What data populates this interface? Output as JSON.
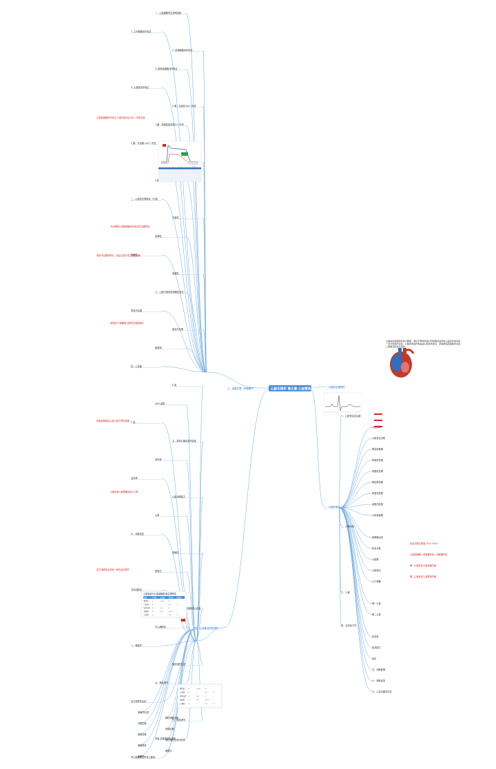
{
  "root": {
    "label": "心脏生理学 第三章 心血管系统"
  },
  "branches": {
    "b1": "一、心脏的生理特性",
    "b2": "二、心脏的泵血",
    "b3": "三、血管生理（外周循环）",
    "b4": "四、心血管活动的调节"
  },
  "left_nodes": [
    "一、心肌细胞的生物电现象",
    "1. 工作细胞动作电位",
    "2. 自律细胞动作电位",
    "3. 窦房结细胞动作电位",
    "4. 心室肌动作电位",
    "0 期：去极化 Na+ 内流",
    "1 期：快速复极初期 K+ 外流",
    "2 期：平台期 Ca2+ 内流",
    "3 期：快速复极末期",
    "4 期：静息期",
    "二、心肌的生理特性（兴奋）",
    "兴奋性",
    "自律性",
    "传导性",
    "收缩性",
    "三、心肌兴奋性的周期性变化",
    "有效不应期",
    "相对不应期",
    "超常期",
    "四、心电图",
    "P 波",
    "QRS 波群",
    "T 波",
    "五、影响心输出量的因素",
    "前负荷",
    "后负荷",
    "心肌收缩能力",
    "心率",
    "六、动脉血压",
    "收缩压",
    "舒张压",
    "平均动脉压",
    "七、静脉血压和静脉回心血量",
    "中心静脉压",
    "八、微循环",
    "组织液的生成",
    "九、神经调节",
    "压力感受性反射",
    "十、体液调节",
    "肾素-血管紧张素系统",
    "肾上腺素和去甲肾上腺素"
  ],
  "red_notes": [
    "心室肌细胞动作电位 0 期去极化由 Na+ 内流引起",
    "平台期是心室肌细胞动作电位的主要特征",
    "有效不应期特别长，保证心肌不发生强直收缩",
    "窦房结 P 细胞是心脏的正常起搏点",
    "房室延搁保证心房心室不同时收缩",
    "心输出量=每搏输出量×心率",
    "压力感受性反射是一种负反馈调节"
  ],
  "right_nodes": [
    "一、心脏的泵血功能",
    "心动周期",
    "心脏泵血过程",
    "等容收缩期",
    "快速射血期",
    "减慢射血期",
    "等容舒张期",
    "快速充盈期",
    "减慢充盈期",
    "心房收缩期",
    "二、心输出量",
    "每搏输出量",
    "射血分数",
    "心指数",
    "心脏做功",
    "心力储备",
    "三、心音",
    "第一心音",
    "第二心音",
    "四、血流动力学",
    "血流量",
    "血流阻力",
    "血压",
    "五、动脉脉搏",
    "六、静脉回流",
    "七、心泵功能的评定"
  ],
  "right_text_block": "心脏是血液循环的动力器官，通过节律性收缩与舒张推动血液在心血管系统中按一定方向循环流动。心脏的泵血作用是由心肌的电活动、机械收缩和瓣膜的活动三者相互配合实现的。",
  "right_red_notes": [
    "射血分数正常值 55%~65%",
    "心室收缩期：房室瓣关闭，动脉瓣开放",
    "第一心音标志心室收缩开始",
    "第二心音标志心室舒张开始"
  ],
  "table_title": "心脏各部分心肌细胞的电生理特性",
  "table_headers": [
    "类型",
    "兴奋性",
    "自律性",
    "传导性",
    "收缩性"
  ],
  "table_rows": [
    [
      "窦房结",
      "+",
      "+++",
      "+",
      "-"
    ],
    [
      "心房肌",
      "+",
      "-",
      "++",
      "+"
    ],
    [
      "房室交界",
      "+",
      "++",
      "+",
      "-"
    ],
    [
      "浦肯野",
      "+",
      "++",
      "+++",
      "-"
    ],
    [
      "心室肌",
      "+",
      "-",
      "++",
      "+"
    ]
  ],
  "bottom_nodes": [
    "血管的分类",
    "弹性储器血管",
    "分配血管",
    "毛细血管",
    "容量血管",
    "淋巴液的生成与回流",
    "冠脉循环",
    "肺循环",
    "脑循环"
  ],
  "colors": {
    "root": "#4a90d9",
    "line": "#6aa8e0",
    "red": "#e02020",
    "blue": "#1a66c8",
    "heart_red": "#c0392b",
    "heart_blue": "#2e6fbf"
  }
}
